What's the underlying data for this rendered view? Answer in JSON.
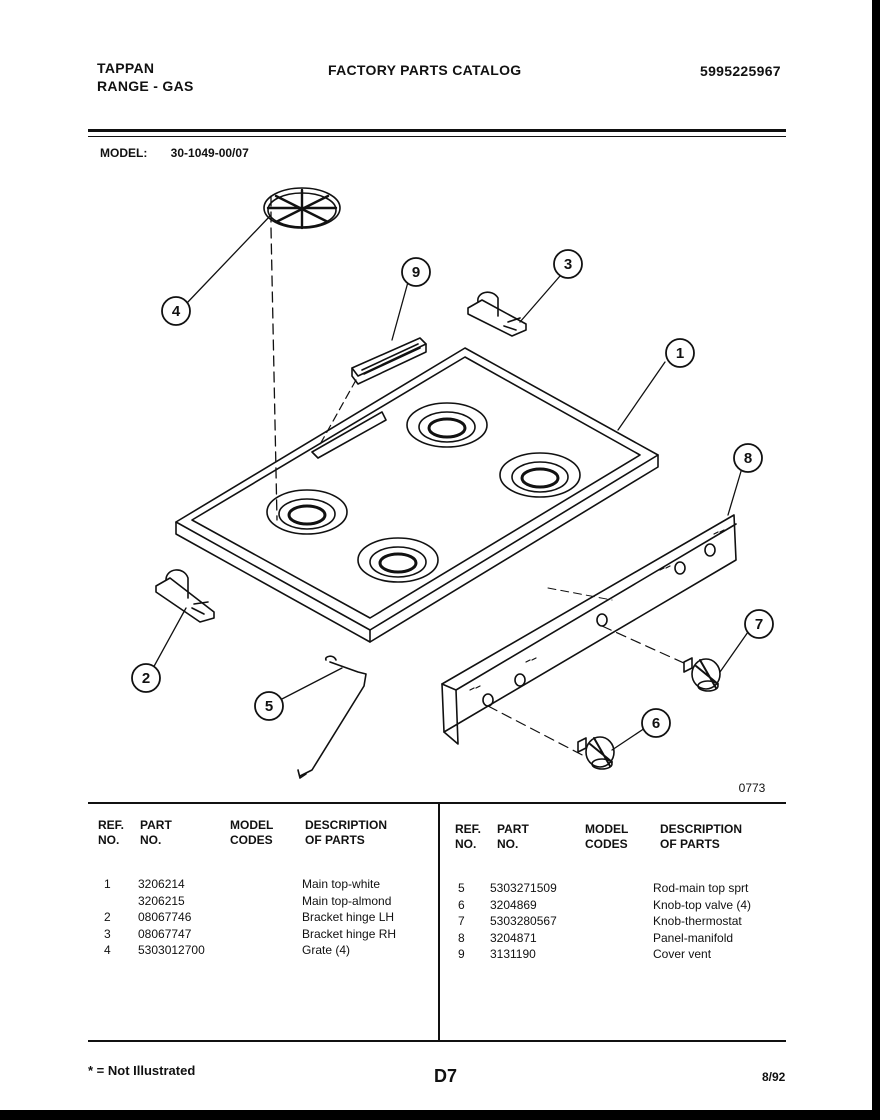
{
  "header": {
    "brand": "TAPPAN",
    "product": "RANGE - GAS",
    "title": "FACTORY PARTS CATALOG",
    "catalog_number": "5995225967"
  },
  "model": {
    "label": "MODEL:",
    "value": "30-1049-00/07"
  },
  "diagram": {
    "callouts": [
      "1",
      "2",
      "3",
      "4",
      "5",
      "6",
      "7",
      "8",
      "9"
    ],
    "figure_code": "0773"
  },
  "table": {
    "headers": {
      "ref_no": [
        "REF.",
        "NO."
      ],
      "part_no": [
        "PART",
        "NO."
      ],
      "model_codes": [
        "MODEL",
        "CODES"
      ],
      "description": [
        "DESCRIPTION",
        "OF PARTS"
      ]
    },
    "left_rows": [
      {
        "ref": "1",
        "part": "3206214",
        "codes": "",
        "desc": "Main top-white"
      },
      {
        "ref": "",
        "part": "3206215",
        "codes": "",
        "desc": "Main top-almond"
      },
      {
        "ref": "2",
        "part": "08067746",
        "codes": "",
        "desc": "Bracket hinge LH"
      },
      {
        "ref": "3",
        "part": "08067747",
        "codes": "",
        "desc": "Bracket hinge RH"
      },
      {
        "ref": "4",
        "part": "5303012700",
        "codes": "",
        "desc": "Grate (4)"
      }
    ],
    "right_rows": [
      {
        "ref": "5",
        "part": "5303271509",
        "codes": "",
        "desc": "Rod-main top sprt"
      },
      {
        "ref": "6",
        "part": "3204869",
        "codes": "",
        "desc": "Knob-top valve (4)"
      },
      {
        "ref": "7",
        "part": "5303280567",
        "codes": "",
        "desc": "Knob-thermostat"
      },
      {
        "ref": "8",
        "part": "3204871",
        "codes": "",
        "desc": "Panel-manifold"
      },
      {
        "ref": "9",
        "part": "3131190",
        "codes": "",
        "desc": "Cover vent"
      }
    ]
  },
  "footer": {
    "note": "* = Not Illustrated",
    "page": "D7",
    "date": "8/92"
  }
}
